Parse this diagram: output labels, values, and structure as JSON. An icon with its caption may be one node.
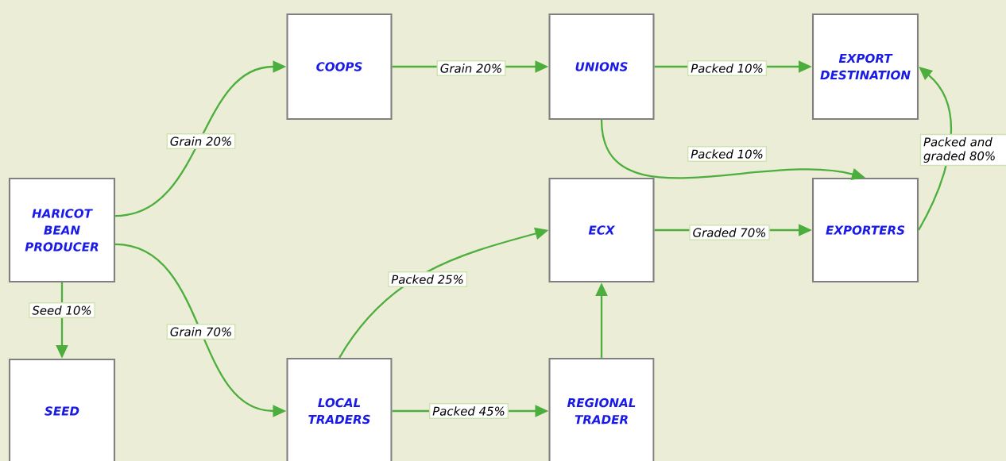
{
  "diagram": {
    "nodes": [
      {
        "text": [
          "HARICOT BEAN PRODUCER"
        ]
      },
      {
        "text": [
          "SEED"
        ]
      },
      {
        "text": [
          "COOPS"
        ]
      },
      {
        "text": [
          "UNIONS"
        ]
      },
      {
        "text": [
          "EXPORT DESTINATION"
        ]
      },
      {
        "text": [
          "ECX"
        ]
      },
      {
        "text": [
          "EXPORTERS"
        ]
      },
      {
        "text": [
          "LOCAL TRADERS"
        ]
      },
      {
        "text": [
          "REGIONAL TRADER"
        ]
      }
    ],
    "edges": [
      {
        "from": 0,
        "to": 2,
        "arrow": "to",
        "label": "Grain 20%"
      },
      {
        "from": 0,
        "to": 7,
        "arrow": "to",
        "label": "Grain 70%"
      },
      {
        "from": 0,
        "to": 1,
        "arrow": "to",
        "label": "Seed 10%"
      },
      {
        "from": 2,
        "to": 3,
        "arrow": "to",
        "label": "Grain 20%"
      },
      {
        "from": 3,
        "to": 4,
        "arrow": "to",
        "label": "Packed 10%"
      },
      {
        "from": 3,
        "to": 6,
        "arrow": "to",
        "label": "Packed 10%"
      },
      {
        "from": 7,
        "to": 5,
        "arrow": "to",
        "label": "Packed 25%"
      },
      {
        "from": 7,
        "to": 8,
        "arrow": "to",
        "label": "Packed 45%"
      },
      {
        "from": 8,
        "to": 5,
        "arrow": "to"
      },
      {
        "from": 5,
        "to": 6,
        "arrow": "to",
        "label": "Graded 70%"
      },
      {
        "from": 6,
        "to": 4,
        "arrow": "to",
        "label": "Packed and graded 80%"
      }
    ]
  }
}
